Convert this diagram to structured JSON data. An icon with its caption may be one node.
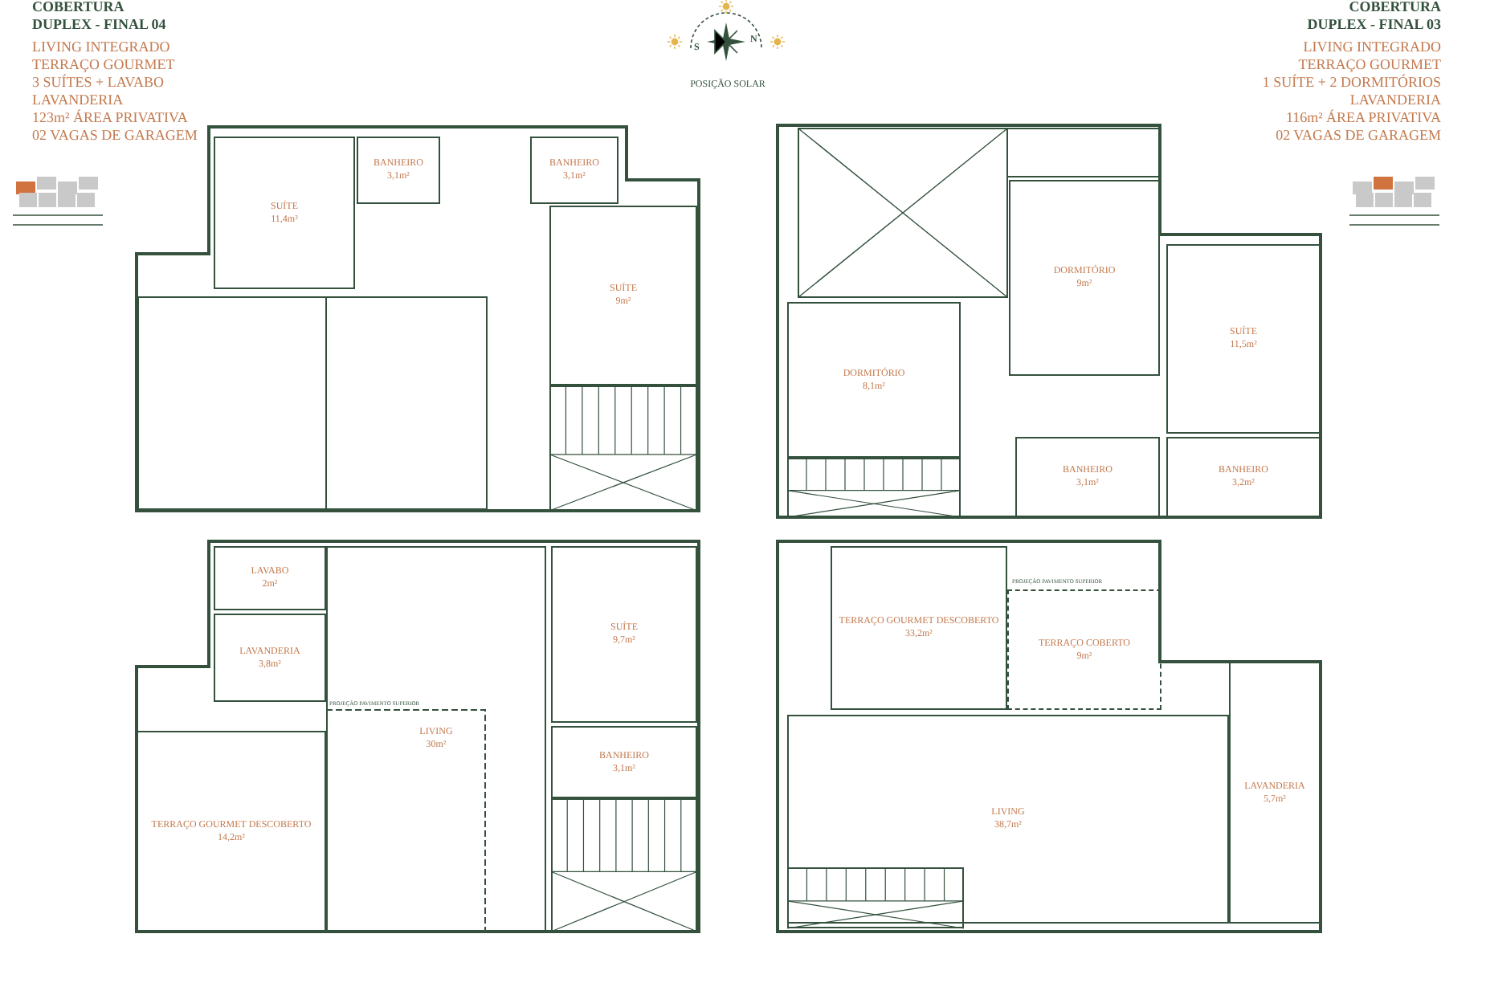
{
  "diagram": {
    "nodes": [
      {
        "text": [
          "SUÍTE",
          "11,4m²"
        ]
      },
      {
        "text": [
          "BANHEIRO",
          "3,1m²"
        ]
      },
      {
        "text": [
          "BANHEIRO",
          "3,1m²"
        ]
      },
      {
        "text": [
          "SUÍTE",
          "9m²"
        ]
      },
      {
        "text": [
          "DORMITÓRIO",
          "9m²"
        ]
      },
      {
        "text": [
          "SUÍTE",
          "11,5m²"
        ]
      },
      {
        "text": [
          "DORMITÓRIO",
          "8,1m²"
        ]
      },
      {
        "text": [
          "BANHEIRO",
          "3,1m²"
        ]
      },
      {
        "text": [
          "BANHEIRO",
          "3,2m²"
        ]
      },
      {
        "text": [
          "LAVABO",
          "2m²"
        ]
      },
      {
        "text": [
          "SUÍTE",
          "9,7m²"
        ]
      },
      {
        "text": [
          "LAVANDERIA",
          "3,8m²"
        ]
      },
      {
        "text": [
          "LIVING",
          "30m²"
        ]
      },
      {
        "text": [
          "BANHEIRO",
          "3,1m²"
        ]
      },
      {
        "text": [
          "TERRAÇO GOURMET DESCOBERTO",
          "14,2m²"
        ]
      },
      {
        "text": [
          "TERRAÇO GOURMET DESCOBERTO",
          "33,2m²"
        ]
      },
      {
        "text": [
          "TERRAÇO COBERTO",
          "9m²"
        ]
      },
      {
        "text": [
          "LAVANDERIA",
          "5,7m²"
        ]
      },
      {
        "text": [
          "LIVING",
          "38,7m²"
        ]
      }
    ],
    "labels": [
      "COBERTURA",
      "DUPLEX - FINAL 04",
      "LIVING INTEGRADO",
      "TERRAÇO GOURMET",
      "3 SUÍTES + LAVABO",
      "LAVANDERIA",
      "123m² ÁREA PRIVATIVA",
      "02 VAGAS DE GARAGEM",
      "S",
      "N",
      "POSIÇÃO SOLAR",
      "COBERTURA",
      "DUPLEX - FINAL 03",
      "LIVING INTEGRADO",
      "TERRAÇO GOURMET",
      "1 SUÍTE + 2 DORMITÓRIOS",
      "LAVANDERIA",
      "116m² ÁREA PRIVATIVA",
      "02 VAGAS DE GARAGEM",
      "PROJEÇÃO PAVIMENTO SUPERIOR",
      "PROJEÇÃO PAVIMENTO SUPERIOR"
    ]
  }
}
